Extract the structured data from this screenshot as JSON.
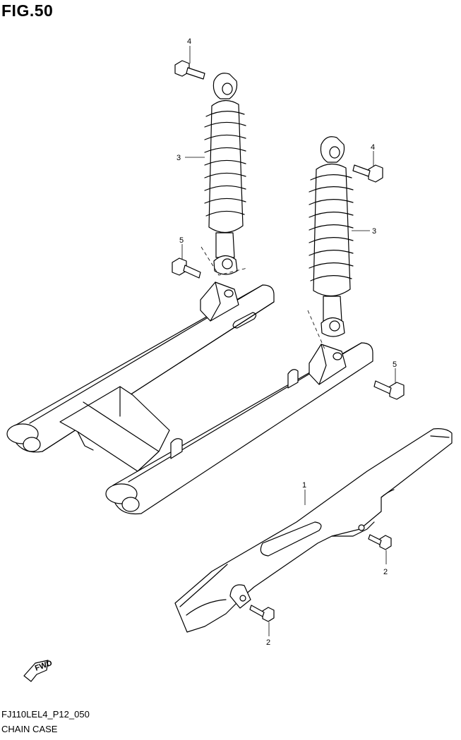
{
  "figure": {
    "title": "FIG.50",
    "code": "FJ110LEL4_P12_050",
    "caption": "CHAIN CASE",
    "fwd_label": "FWD"
  },
  "callouts": {
    "chain_case": "1",
    "bolt_case_right": "2",
    "bolt_case_left": "2",
    "shock_left": "3",
    "shock_right": "3",
    "bolt_top_left": "4",
    "bolt_top_right": "4",
    "bolt_bottom_left": "5",
    "bolt_bottom_right": "5"
  }
}
